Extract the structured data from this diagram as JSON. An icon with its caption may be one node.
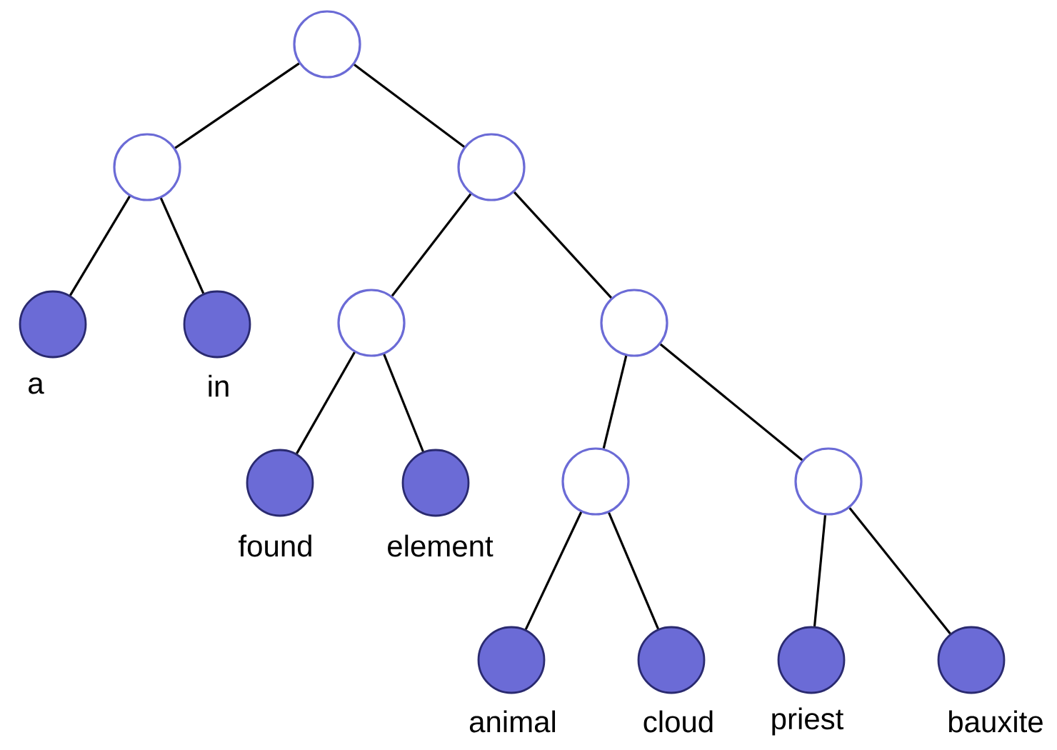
{
  "diagram": {
    "nodes": [
      {
        "text": [],
        "shape": "circle"
      },
      {
        "text": [],
        "shape": "circle"
      },
      {
        "text": [],
        "shape": "circle"
      },
      {
        "text": [],
        "shape": "circle",
        "beside": [
          "a"
        ]
      },
      {
        "text": [],
        "shape": "circle",
        "beside": [
          "in"
        ]
      },
      {
        "text": [],
        "shape": "circle"
      },
      {
        "text": [],
        "shape": "circle"
      },
      {
        "text": [],
        "shape": "circle",
        "beside": [
          "found"
        ]
      },
      {
        "text": [],
        "shape": "circle",
        "beside": [
          "element"
        ]
      },
      {
        "text": [],
        "shape": "circle"
      },
      {
        "text": [],
        "shape": "circle"
      },
      {
        "text": [],
        "shape": "circle",
        "beside": [
          "animal"
        ]
      },
      {
        "text": [],
        "shape": "circle",
        "beside": [
          "cloud"
        ]
      },
      {
        "text": [],
        "shape": "circle",
        "beside": [
          "priest"
        ]
      },
      {
        "text": [],
        "shape": "circle",
        "beside": [
          "bauxite"
        ]
      }
    ],
    "edges": [
      {
        "from": 0,
        "to": 1,
        "arrow": "none"
      },
      {
        "from": 0,
        "to": 2,
        "arrow": "none"
      },
      {
        "from": 1,
        "to": 3,
        "arrow": "none"
      },
      {
        "from": 1,
        "to": 4,
        "arrow": "none"
      },
      {
        "from": 2,
        "to": 5,
        "arrow": "none"
      },
      {
        "from": 2,
        "to": 6,
        "arrow": "none"
      },
      {
        "from": 5,
        "to": 7,
        "arrow": "none"
      },
      {
        "from": 5,
        "to": 8,
        "arrow": "none"
      },
      {
        "from": 6,
        "to": 9,
        "arrow": "none"
      },
      {
        "from": 6,
        "to": 10,
        "arrow": "none"
      },
      {
        "from": 9,
        "to": 11,
        "arrow": "none"
      },
      {
        "from": 9,
        "to": 12,
        "arrow": "none"
      },
      {
        "from": 10,
        "to": 13,
        "arrow": "none"
      },
      {
        "from": 10,
        "to": 14,
        "arrow": "none"
      }
    ]
  }
}
